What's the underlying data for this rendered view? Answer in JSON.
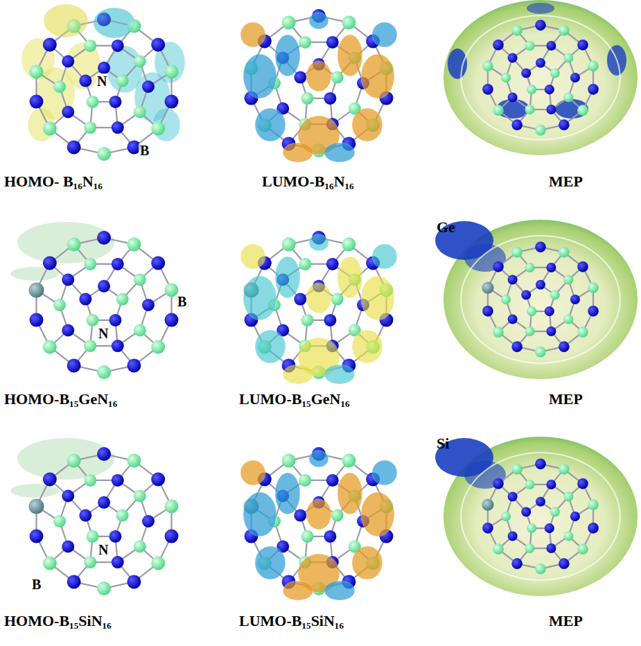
{
  "diagram": {
    "labels": [
      "N",
      "B",
      "HOMO- B₁₆N₁₆",
      "LUMO-B₁₆N₁₆",
      "MEP",
      "Ge",
      "B",
      "N",
      "HOMO-B₁₅GeN₁₆",
      "LUMO-B₁₅GeN₁₆",
      "MEP",
      "Si",
      "N",
      "B",
      "HOMO-B₁₅SiN₁₆",
      "LUMO-B₁₅SiN₁₆",
      "MEP"
    ]
  }
}
